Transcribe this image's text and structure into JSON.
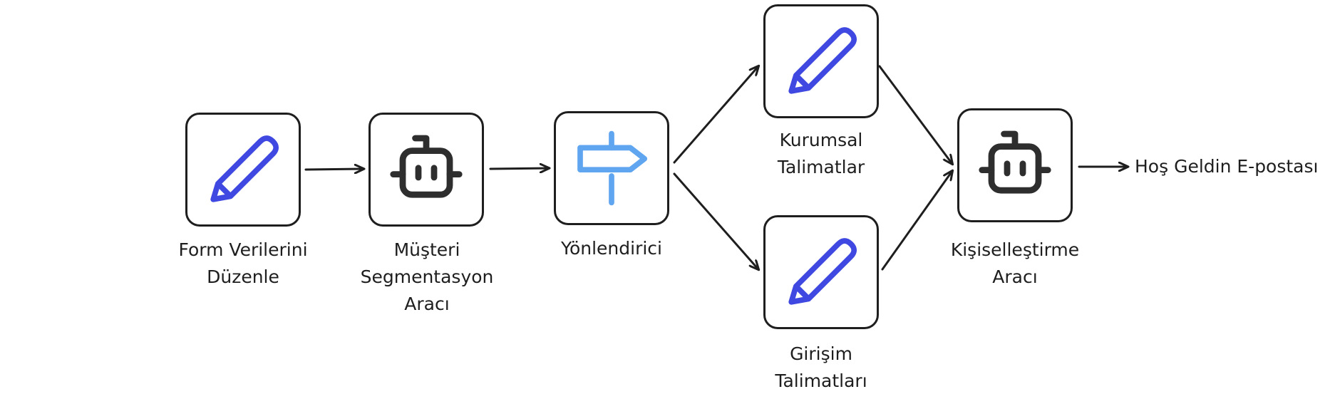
{
  "diagram": {
    "nodes": [
      {
        "id": "form",
        "icon": "pencil-icon",
        "icon_color": "#3f48e0",
        "label_lines": [
          "Form Verilerini",
          "Düzenle"
        ]
      },
      {
        "id": "segment",
        "icon": "robot-icon",
        "icon_color": "#2e2e2e",
        "label_lines": [
          "Müşteri",
          "Segmentasyon",
          "Aracı"
        ]
      },
      {
        "id": "router",
        "icon": "signpost-icon",
        "icon_color": "#60a5f0",
        "label_lines": [
          "Yönlendirici"
        ]
      },
      {
        "id": "corporate",
        "icon": "pencil-icon",
        "icon_color": "#3f48e0",
        "label_lines": [
          "Kurumsal",
          "Talimatlar"
        ]
      },
      {
        "id": "startup",
        "icon": "pencil-icon",
        "icon_color": "#3f48e0",
        "label_lines": [
          "Girişim",
          "Talimatları"
        ]
      },
      {
        "id": "personalize",
        "icon": "robot-icon",
        "icon_color": "#2e2e2e",
        "label_lines": [
          "Kişiselleştirme",
          "Aracı"
        ]
      }
    ],
    "output_label": "Hoş Geldin E-postası",
    "colors": {
      "stroke": "#1e1e1e",
      "pencil": "#3f48e0",
      "robot": "#2e2e2e",
      "signpost": "#60a5f0"
    }
  }
}
